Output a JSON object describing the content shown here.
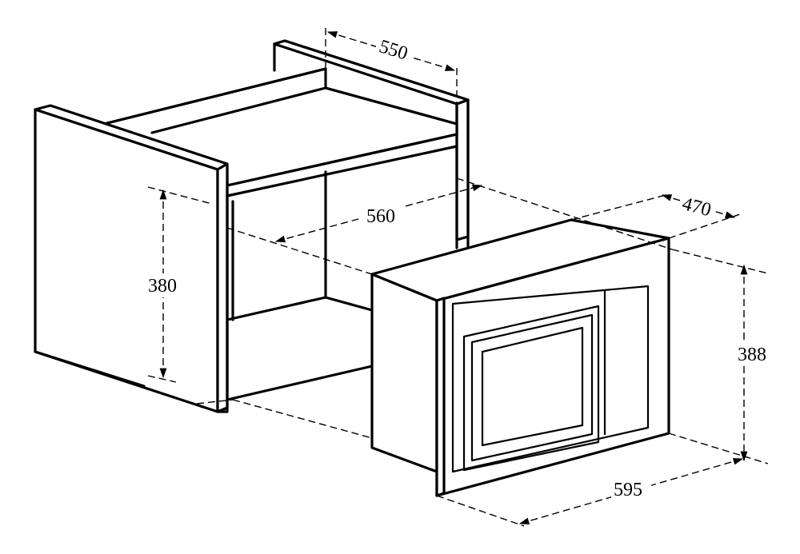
{
  "dimensions": {
    "niche_depth": "550",
    "niche_width": "560",
    "niche_height": "380",
    "oven_depth": "470",
    "oven_height": "388",
    "oven_width": "595"
  },
  "colors": {
    "stroke": "#000000",
    "background": "#ffffff"
  }
}
